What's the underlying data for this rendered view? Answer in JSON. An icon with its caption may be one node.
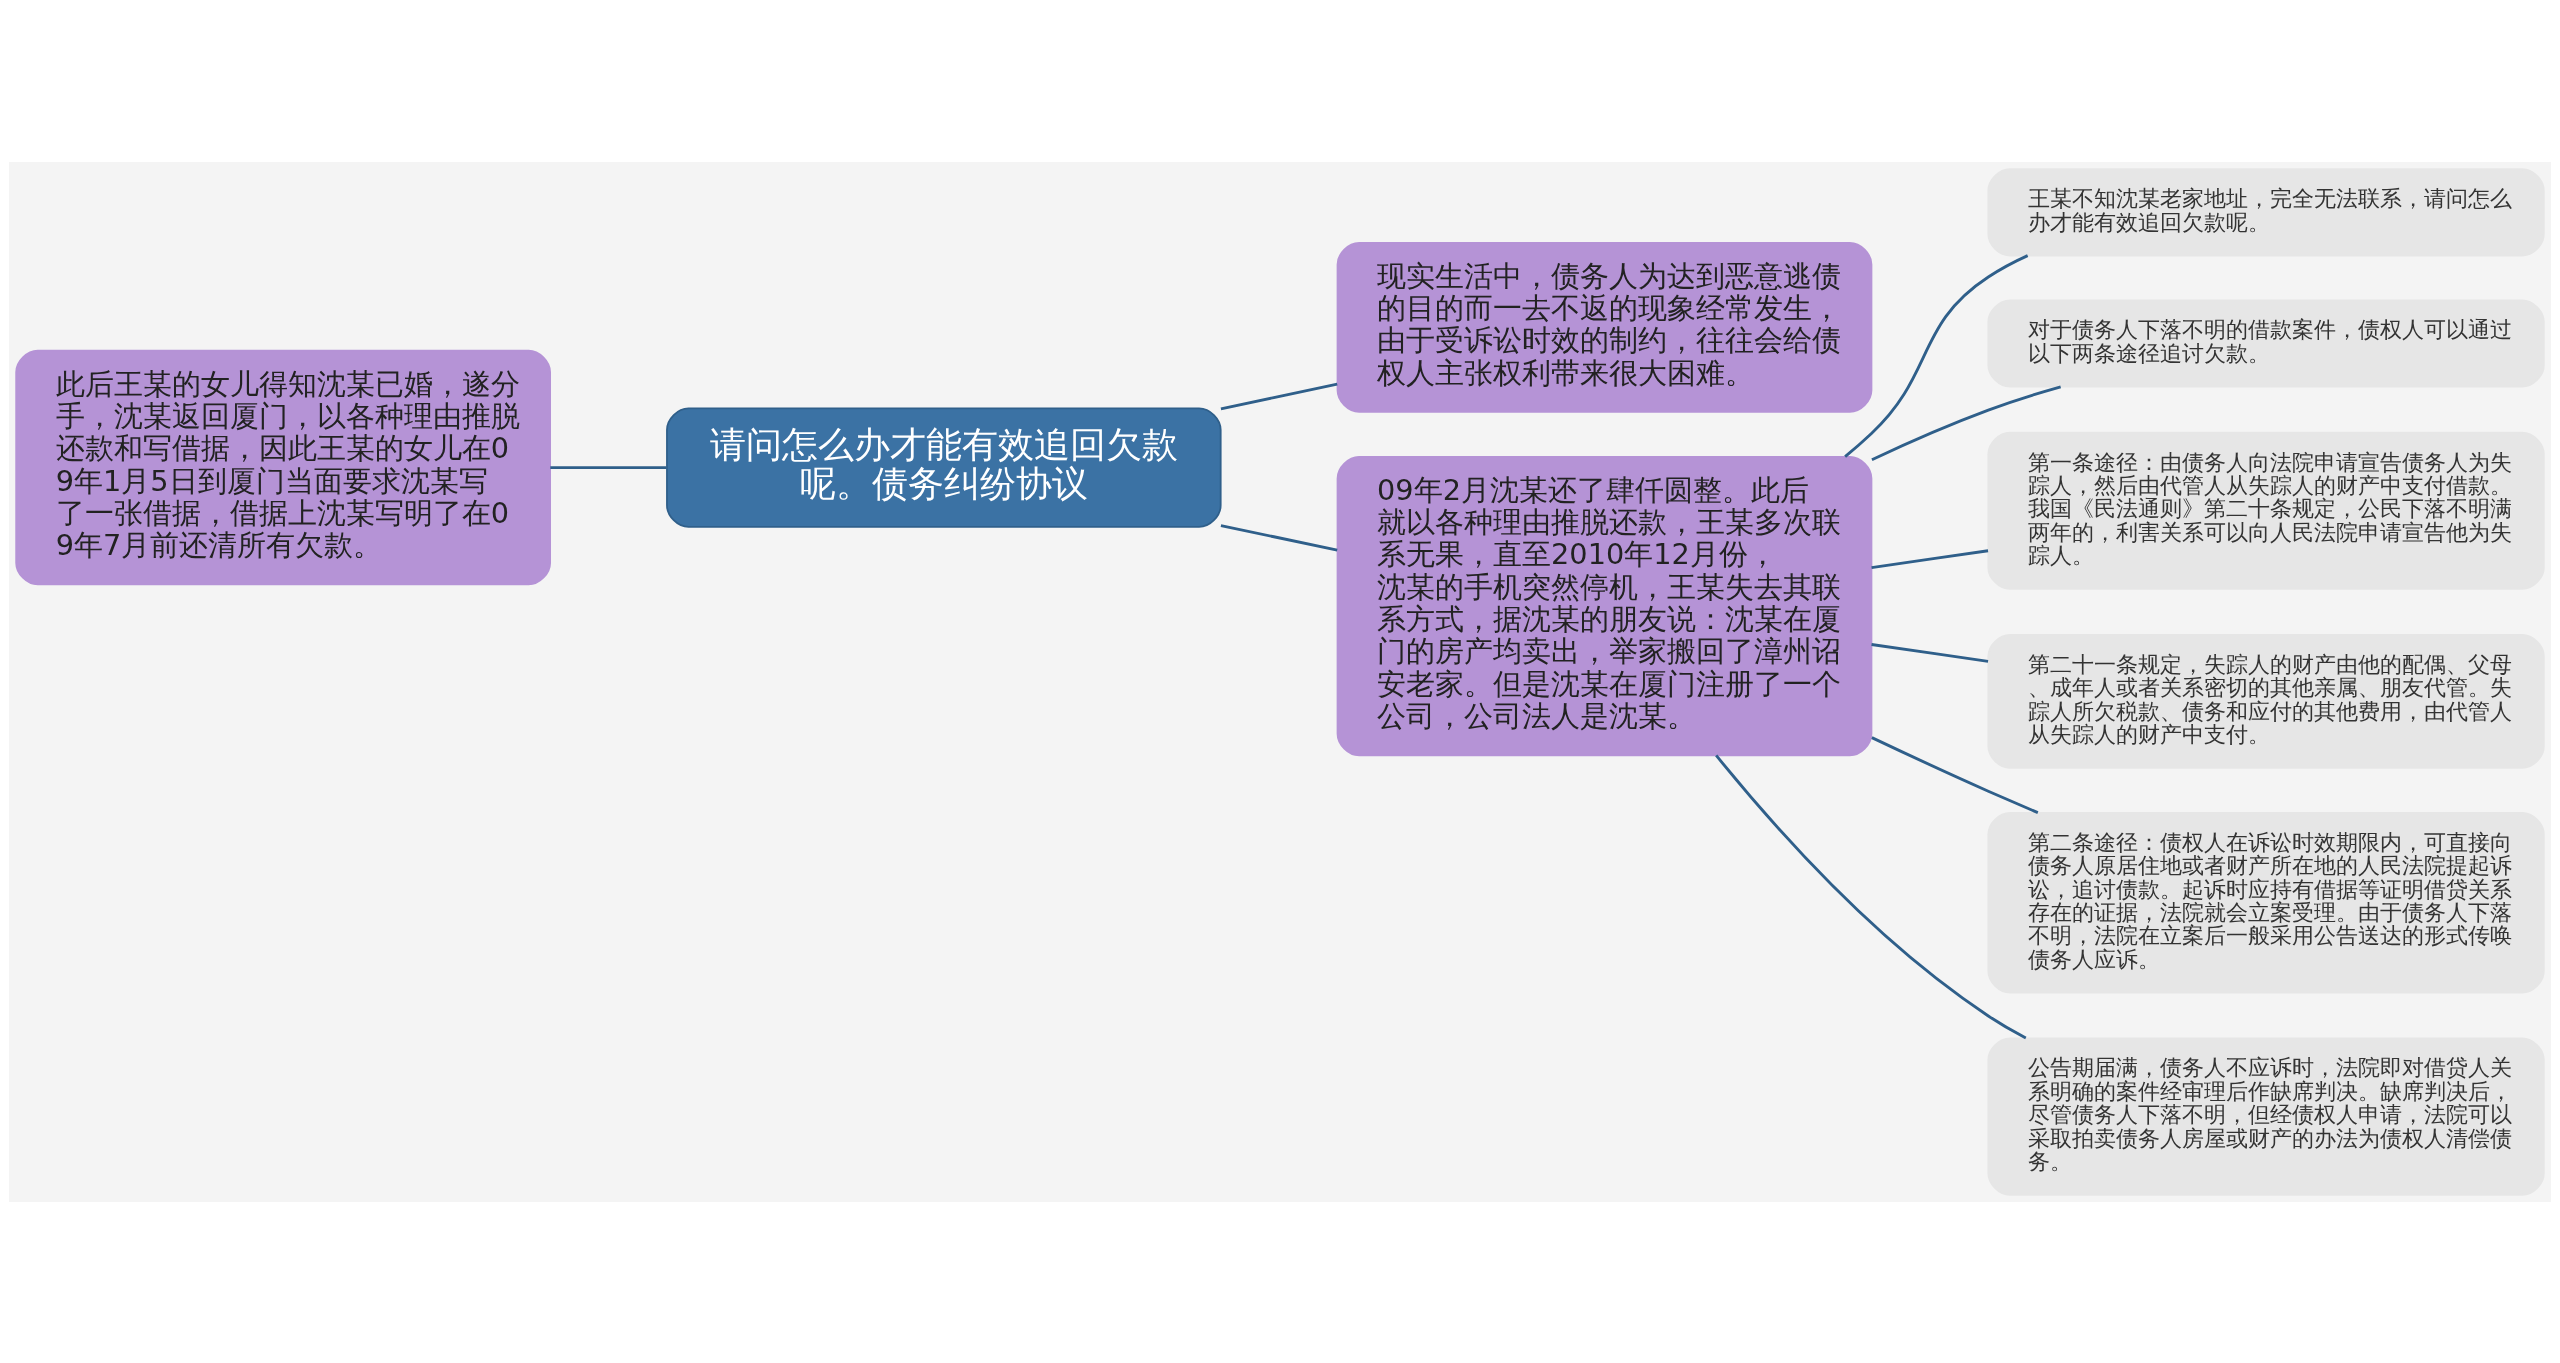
{
  "diagram": {
    "nodes": [
      {
        "text": [
          "请问怎么办才能有效追回欠款呢。债务纠纷协议"
        ]
      },
      {
        "text": [
          "现实生活中，债务人为达到恶意逃债的目的而一去不返的现象经常发生，由于受诉讼时效的制约，往往会给债权人主张权利带来很大困难。"
        ]
      },
      {
        "text": [
          "此后王某的女儿得知沈某已婚，遂分手，沈某返回厦门，以各种理由推脱还款和写借据，因此王某的女儿在09年1月5日到厦门当面要求沈某写了一张借据，借据上沈某写明了在09年7月前还清所有欠款。"
        ]
      },
      {
        "text": [
          "09年2月沈某还了肆仟圆整。此后就以各种理由推脱还款，王某多次联系无果，直至2010年12月份，沈某的手机突然停机，王某失去其联系方式，据沈某的朋友说：沈某在厦门的房产均卖出，举家搬回了漳州诏安老家。但是沈某在厦门注册了一个公司，公司法人是沈某。"
        ]
      },
      {
        "text": [
          "王某不知沈某老家地址，完全无法联系，请问怎么办才能有效追回欠款呢。"
        ]
      },
      {
        "text": [
          "对于债务人下落不明的借款案件，债权人可以通过以下两条途径追讨欠款。"
        ]
      },
      {
        "text": [
          "第一条途径：由债务人向法院申请宣告债务人为失踪人，然后由代管人从失踪人的财产中支付借款。我国《民法通则》第二十条规定，公民下落不明满两年的，利害关系可以向人民法院申请宣告他为失踪人。"
        ]
      },
      {
        "text": [
          "第二十一条规定，失踪人的财产由他的配偶、父母、成年人或者关系密切的其他亲属、朋友代管。失踪人所欠税款、债务和应付的其他费用，由代管人从失踪人的财产中支付。"
        ]
      },
      {
        "text": [
          "第二条途径：债权人在诉讼时效期限内，可直接向债务人原居住地或者财产所在地的人民法院提起诉讼，追讨债款。起诉时应持有借据等证明借贷关系存在的证据，法院就会立案受理。由于债务人下落不明，法院在立案后一般采用公告送达的形式传唤债务人应诉。"
        ]
      },
      {
        "text": [
          "公告期届满，债务人不应诉时，法院即对借贷人关系明确的案件经审理后作缺席判决。缺席判决后，尽管债务人下落不明，但经债权人申请，法院可以采取拍卖债务人房屋或财产的办法为债权人清偿债务。"
        ]
      }
    ],
    "edges": [
      {
        "from": 0,
        "to": 1,
        "arrow": "none"
      },
      {
        "from": 0,
        "to": 2,
        "arrow": "none"
      },
      {
        "from": 0,
        "to": 3,
        "arrow": "none"
      },
      {
        "from": 3,
        "to": 4,
        "arrow": "none"
      },
      {
        "from": 3,
        "to": 5,
        "arrow": "none"
      },
      {
        "from": 3,
        "to": 6,
        "arrow": "none"
      },
      {
        "from": 3,
        "to": 7,
        "arrow": "none"
      },
      {
        "from": 3,
        "to": 8,
        "arrow": "none"
      },
      {
        "from": 3,
        "to": 9,
        "arrow": "none"
      }
    ]
  }
}
